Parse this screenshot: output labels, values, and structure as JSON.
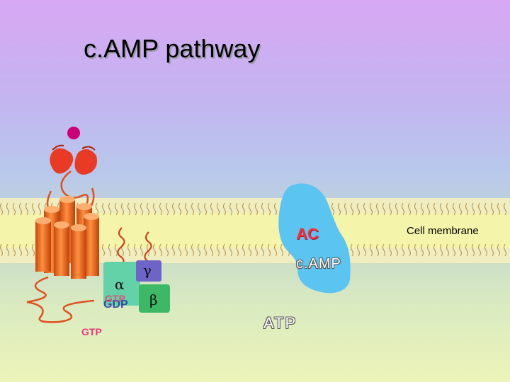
{
  "title": "c.AMP pathway",
  "labels": {
    "cell_membrane": "Cell membrane",
    "adenylyl_cyclase": "AC",
    "camp": "c.AMP",
    "atp": "ATP",
    "gtp_free": "GTP",
    "gtp_bound": "GTP",
    "gdp": "GDP"
  },
  "g_protein": {
    "alpha": "α",
    "beta": "β",
    "gamma": "γ"
  },
  "colors": {
    "ligand": "#cc0077",
    "receptor": "#f07020",
    "adenylyl_cyclase": "#5cc4f0",
    "alpha_subunit": "#64d2a8",
    "beta_subunit": "#3cb866",
    "gamma_subunit": "#6e64c8",
    "membrane": "#f2f2a6"
  }
}
